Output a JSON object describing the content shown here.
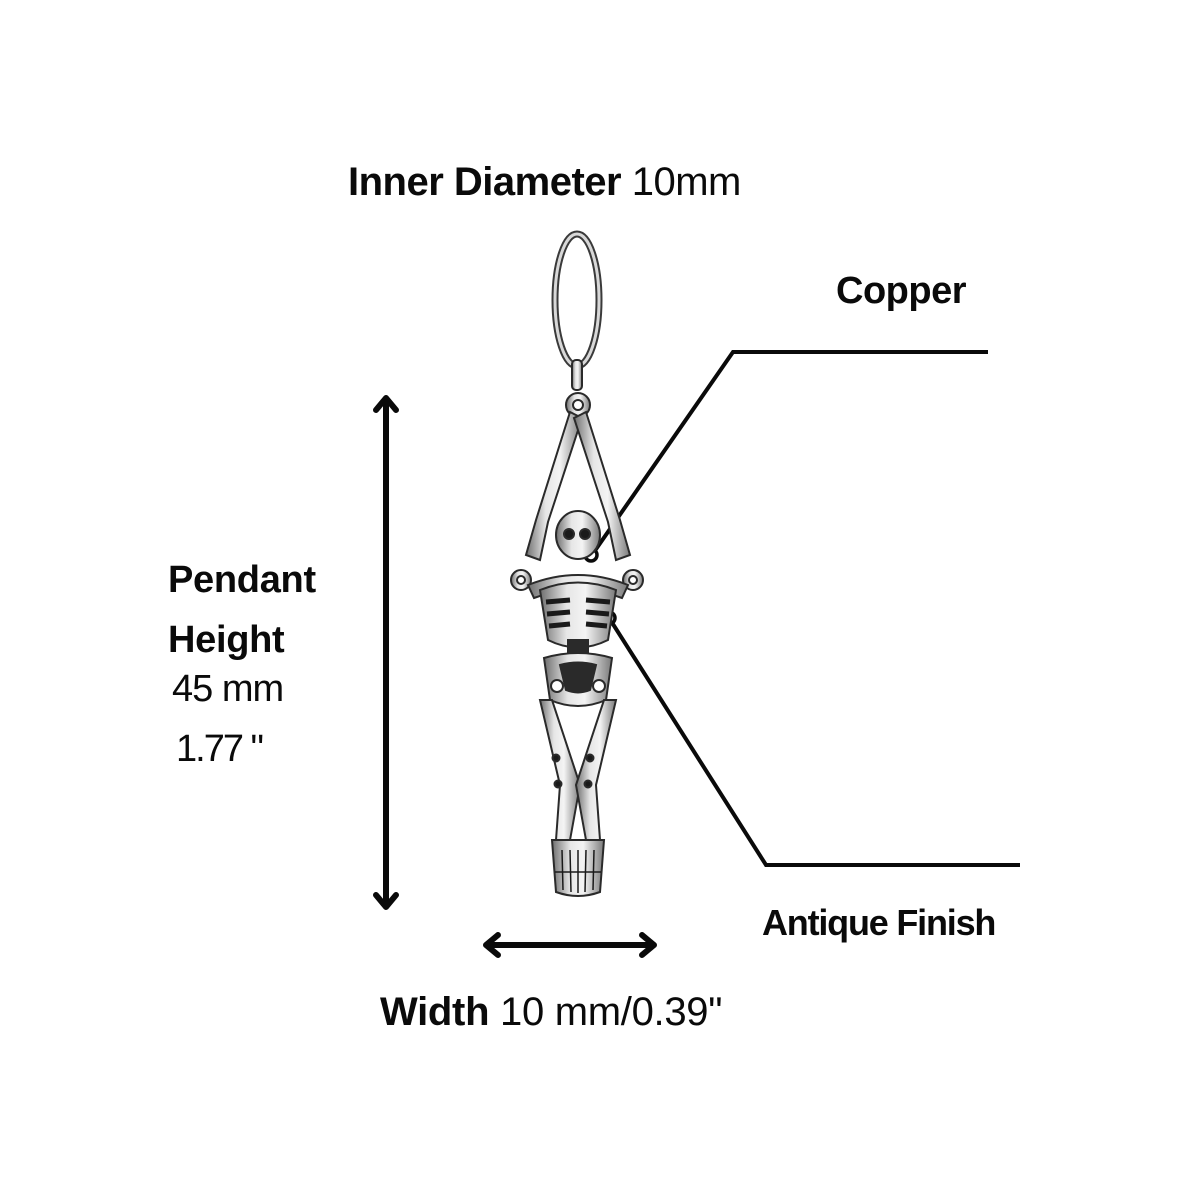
{
  "diagram": {
    "subject": "skeleton-pendant-hoop-earring",
    "background_color": "#ffffff",
    "ink_color": "#0a0a0a",
    "metal_color": "#b8b8b8"
  },
  "labels": {
    "inner_diameter": {
      "name": "Inner Diameter",
      "value": "10mm"
    },
    "material": {
      "name": "Copper"
    },
    "finish": {
      "name": "Antique Finish"
    },
    "pendant_height": {
      "name_line1": "Pendant",
      "name_line2": "Height",
      "value_mm": "45 mm",
      "value_in": "1.77 \""
    },
    "width": {
      "name": "Width",
      "value": "10 mm/0.39\""
    }
  }
}
